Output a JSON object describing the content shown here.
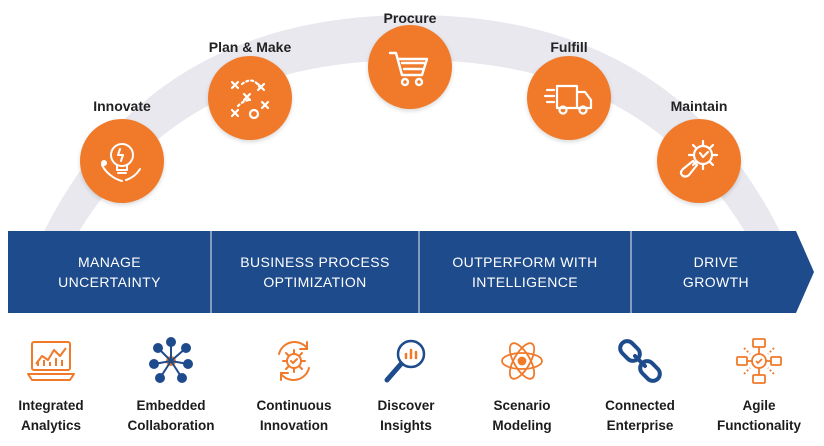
{
  "stages": [
    {
      "label": "Innovate",
      "icon": "lightbulb-icon"
    },
    {
      "label": "Plan & Make",
      "icon": "play-strategy-icon"
    },
    {
      "label": "Procure",
      "icon": "shopping-cart-icon"
    },
    {
      "label": "Fulfill",
      "icon": "delivery-truck-icon"
    },
    {
      "label": "Maintain",
      "icon": "gear-wrench-icon"
    }
  ],
  "banner": {
    "segments": [
      "MANAGE\nUNCERTAINTY",
      "BUSINESS PROCESS\nOPTIMIZATION",
      "OUTPERFORM WITH\nINTELLIGENCE",
      "DRIVE\nGROWTH"
    ]
  },
  "capabilities": [
    {
      "label": "Integrated\nAnalytics",
      "icon": "analytics-monitor-icon"
    },
    {
      "label": "Embedded\nCollaboration",
      "icon": "people-network-icon"
    },
    {
      "label": "Continuous\nInnovation",
      "icon": "cycle-gear-icon"
    },
    {
      "label": "Discover\nInsights",
      "icon": "magnifier-chart-icon"
    },
    {
      "label": "Scenario\nModeling",
      "icon": "atom-icon"
    },
    {
      "label": "Connected\nEnterprise",
      "icon": "chain-link-icon"
    },
    {
      "label": "Agile\nFunctionality",
      "icon": "agile-flow-icon"
    }
  ],
  "colors": {
    "orange": "#f07a2a",
    "navy": "#1e4b8c",
    "arc": "#e8e8ee",
    "text": "#222222"
  }
}
